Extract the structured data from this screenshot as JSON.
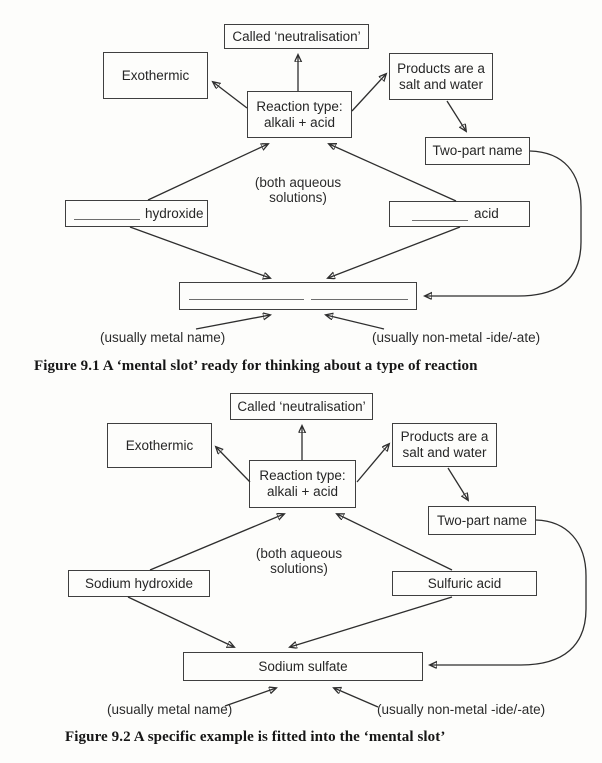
{
  "colors": {
    "ink": "#2e2e2e",
    "paper": "#fdfdfb",
    "box_border": "#3f3f3f",
    "blank_line": "#6d6d6d"
  },
  "fig1": {
    "caption": "Figure 9.1 A ‘mental slot’ ready for thinking about a type of reaction",
    "nodes": {
      "called": "Called ‘neutralisation’",
      "exothermic": "Exothermic",
      "reaction_line1": "Reaction type:",
      "reaction_line2": "alkali + acid",
      "products_line1": "Products are a",
      "products_line2": "salt and water",
      "two_part": "Two-part name",
      "hydroxide_suffix": "hydroxide",
      "acid_suffix": "acid"
    },
    "labels": {
      "aqueous_line1": "(both aqueous",
      "aqueous_line2": "solutions)",
      "metal": "(usually metal name)",
      "nonmetal": "(usually non-metal -ide/-ate)"
    }
  },
  "fig2": {
    "caption": "Figure 9.2 A specific example is fitted into the ‘mental slot’",
    "nodes": {
      "called": "Called ‘neutralisation’",
      "exothermic": "Exothermic",
      "reaction_line1": "Reaction type:",
      "reaction_line2": "alkali + acid",
      "products_line1": "Products are a",
      "products_line2": "salt and water",
      "two_part": "Two-part name",
      "sodium_hydroxide": "Sodium hydroxide",
      "sulfuric_acid": "Sulfuric acid",
      "sodium_sulfate": "Sodium sulfate"
    },
    "labels": {
      "aqueous_line1": "(both aqueous",
      "aqueous_line2": "solutions)",
      "metal": "(usually metal name)",
      "nonmetal": "(usually non-metal -ide/-ate)"
    }
  }
}
